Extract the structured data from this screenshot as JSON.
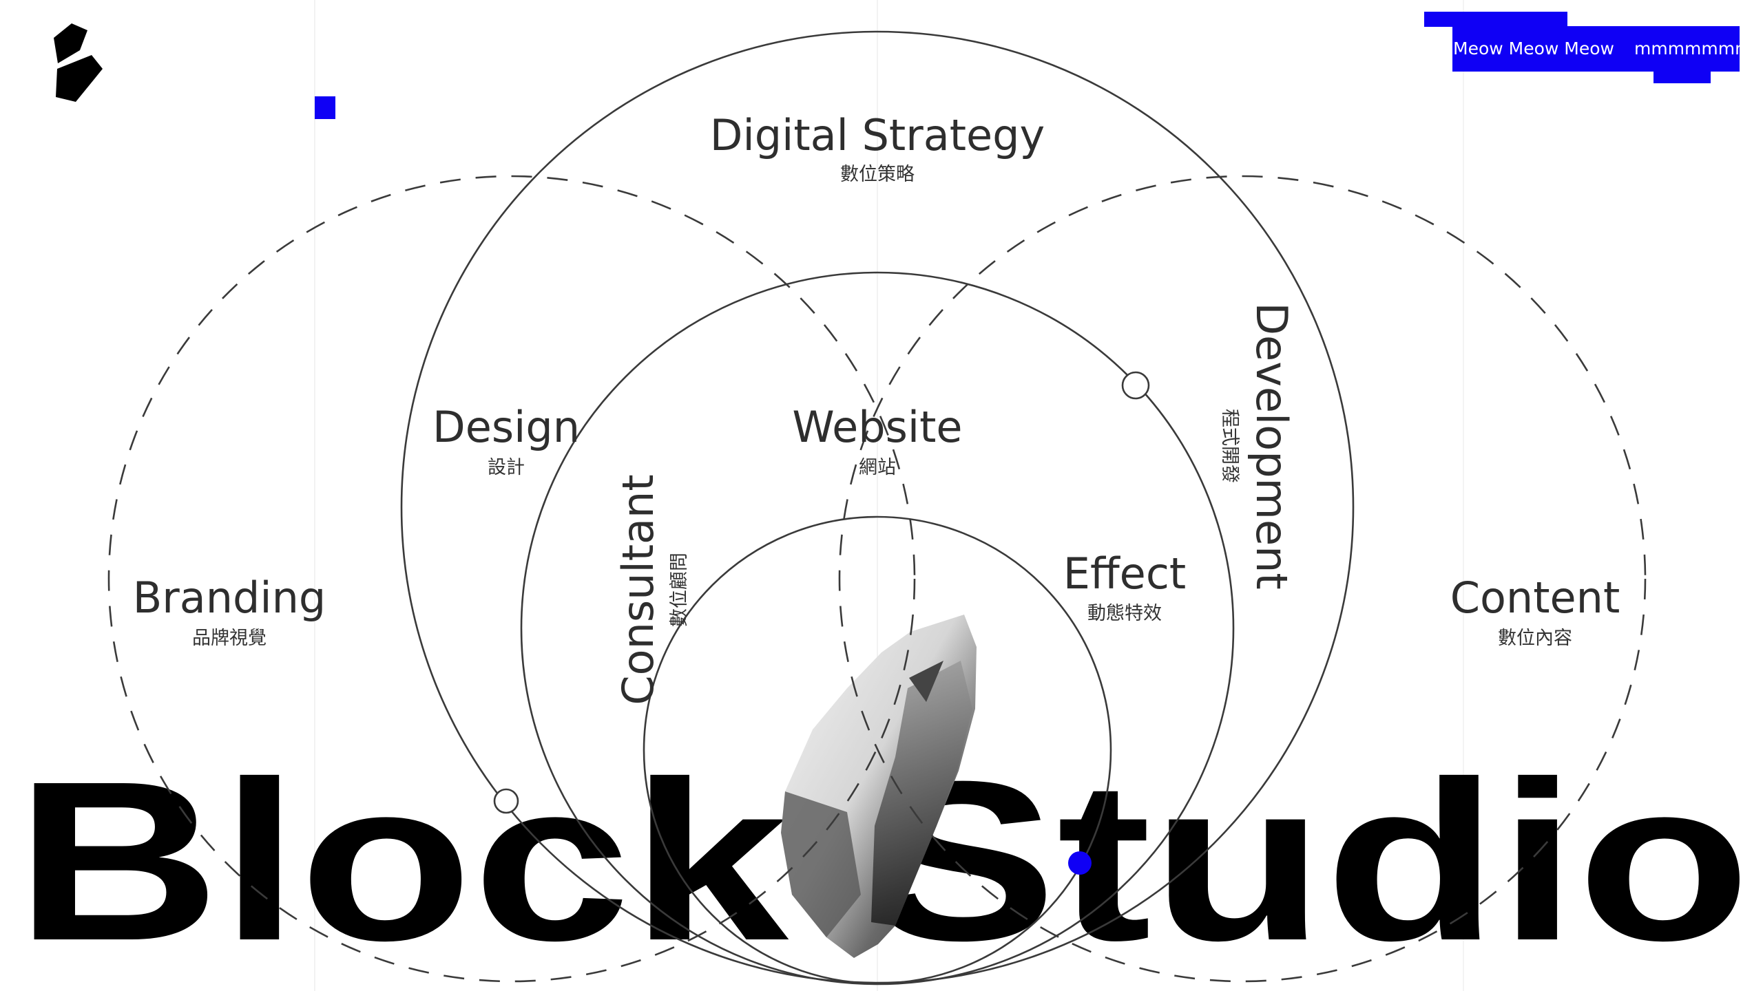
{
  "brand": {
    "wordmark": "Block Studio",
    "accent": "#0f00f5"
  },
  "banner": {
    "text1": "Meow Meow Meow",
    "text2": "mmmmmmm"
  },
  "services": {
    "digital_strategy": {
      "en": "Digital Strategy",
      "zh": "數位策略"
    },
    "design": {
      "en": "Design",
      "zh": "設計"
    },
    "website": {
      "en": "Website",
      "zh": "網站"
    },
    "branding": {
      "en": "Branding",
      "zh": "品牌視覺"
    },
    "content": {
      "en": "Content",
      "zh": "數位內容"
    },
    "effect": {
      "en": "Effect",
      "zh": "動態特效"
    },
    "consultant": {
      "en": "Consultant",
      "zh": "數位顧問"
    },
    "development": {
      "en": "Development",
      "zh": "程式開發"
    }
  }
}
